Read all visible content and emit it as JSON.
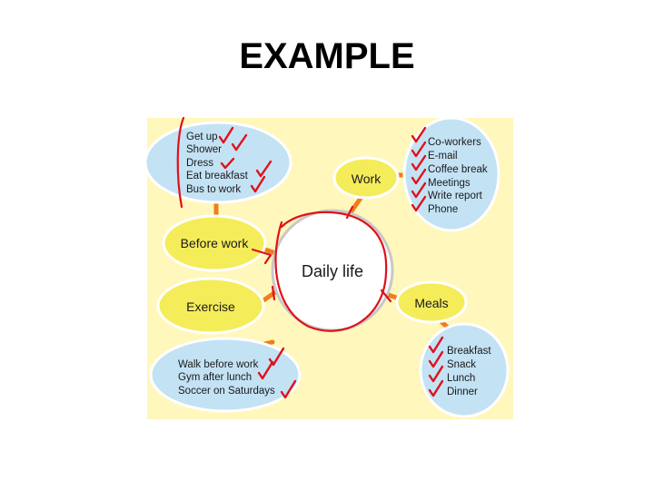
{
  "title": "EXAMPLE",
  "diagram": {
    "center": "Daily life",
    "nodes": {
      "work": "Work",
      "meals": "Meals",
      "before_work": "Before work",
      "exercise": "Exercise"
    },
    "lists": {
      "morning": [
        "Get up",
        "Shower",
        "Dress",
        "Eat breakfast",
        "Bus to work"
      ],
      "work": [
        "Co-workers",
        "E-mail",
        "Coffee break",
        "Meetings",
        "Write report",
        "Phone"
      ],
      "meals": [
        "Breakfast",
        "Snack",
        "Lunch",
        "Dinner"
      ],
      "exercise": [
        "Walk before work",
        "Gym after lunch",
        "Soccer on Saturdays"
      ]
    },
    "colors": {
      "yellow_node": "#f5ec5a",
      "blue_node": "#c3e2f4",
      "connector": "#f07d1c",
      "annotation": "#e0101a",
      "panel": "#fff7bc"
    }
  }
}
